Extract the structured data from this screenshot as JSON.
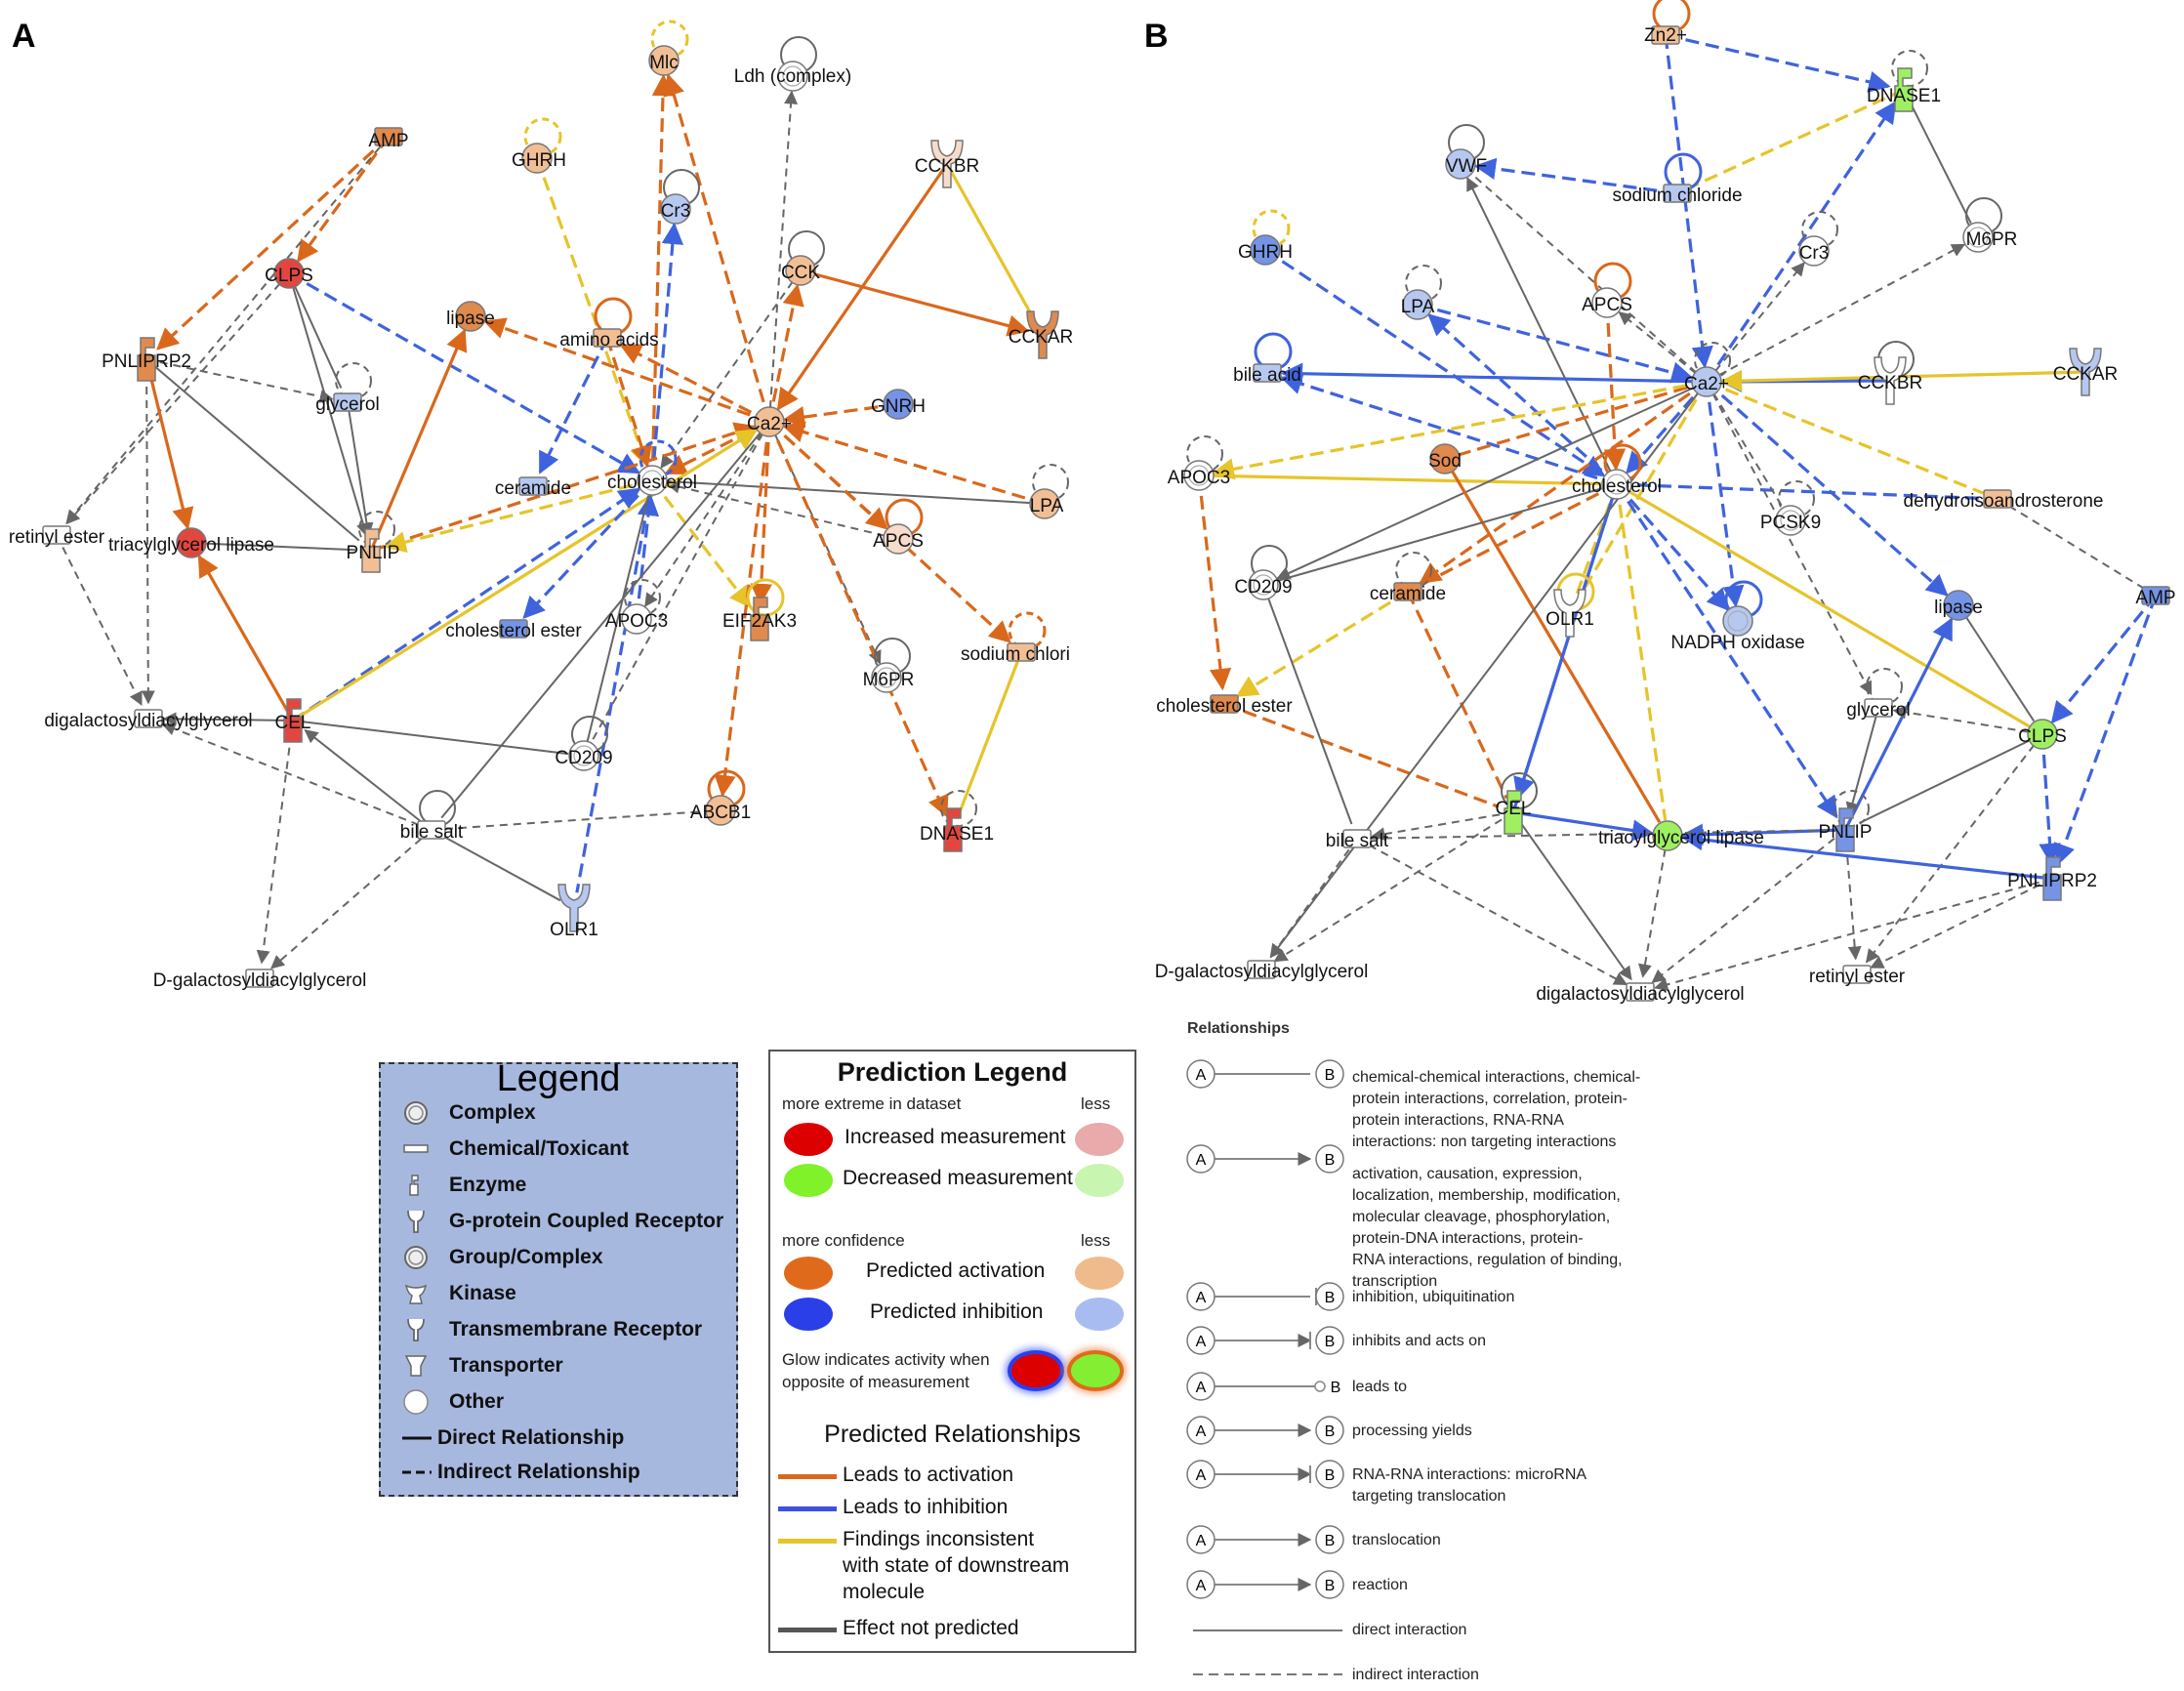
{
  "panels": {
    "a_label": "A",
    "b_label": "B"
  },
  "colors": {
    "activation": "#d9681c",
    "inhibition": "#3f63dd",
    "inconsistent": "#e6c42a",
    "not_predicted": "#666666",
    "increased": "#dd1111",
    "decreased": "#84ee33"
  },
  "network_a": {
    "nodes": [
      {
        "id": "AMP",
        "label": "AMP"
      },
      {
        "id": "GHRH",
        "label": "GHRH"
      },
      {
        "id": "Mlc",
        "label": "Mlc"
      },
      {
        "id": "Ldh",
        "label": "Ldh (complex)"
      },
      {
        "id": "CCKBR",
        "label": "CCKBR"
      },
      {
        "id": "Cr3",
        "label": "Cr3"
      },
      {
        "id": "CLPS",
        "label": "CLPS"
      },
      {
        "id": "lipase",
        "label": "lipase"
      },
      {
        "id": "aminoacids",
        "label": "amino acids"
      },
      {
        "id": "CCK",
        "label": "CCK"
      },
      {
        "id": "CCKAR",
        "label": "CCKAR"
      },
      {
        "id": "PNLIPRP2",
        "label": "PNLIPRP2"
      },
      {
        "id": "glycerol",
        "label": "glycerol"
      },
      {
        "id": "Ca2",
        "label": "Ca2+"
      },
      {
        "id": "GNRH",
        "label": "GNRH"
      },
      {
        "id": "ceramide",
        "label": "ceramide"
      },
      {
        "id": "cholesterol",
        "label": "cholesterol"
      },
      {
        "id": "LPA",
        "label": "LPA"
      },
      {
        "id": "retinyl",
        "label": "retinyl ester"
      },
      {
        "id": "tgl",
        "label": "triacylglycerol lipase"
      },
      {
        "id": "PNLIP",
        "label": "PNLIP"
      },
      {
        "id": "APCS",
        "label": "APCS"
      },
      {
        "id": "cholester",
        "label": "cholesterol ester"
      },
      {
        "id": "APOC3",
        "label": "APOC3"
      },
      {
        "id": "EIF2AK3",
        "label": "EIF2AK3"
      },
      {
        "id": "sodium",
        "label": "sodium chlori"
      },
      {
        "id": "M6PR",
        "label": "M6PR"
      },
      {
        "id": "dgdg",
        "label": "digalactosyldiacylglycerol"
      },
      {
        "id": "CEL",
        "label": "CEL"
      },
      {
        "id": "CD209",
        "label": "CD209"
      },
      {
        "id": "bilesalt",
        "label": "bile salt"
      },
      {
        "id": "ABCB1",
        "label": "ABCB1"
      },
      {
        "id": "DNASE1",
        "label": "DNASE1"
      },
      {
        "id": "OLR1",
        "label": "OLR1"
      },
      {
        "id": "dgal",
        "label": "D-galactosyldiacylglycerol"
      }
    ]
  },
  "network_b": {
    "nodes": [
      {
        "id": "Zn2",
        "label": "Zn2+"
      },
      {
        "id": "DNASE1",
        "label": "DNASE1"
      },
      {
        "id": "VWF",
        "label": "VWF"
      },
      {
        "id": "sodium",
        "label": "sodium chloride"
      },
      {
        "id": "GHRH",
        "label": "GHRH"
      },
      {
        "id": "Cr3",
        "label": "Cr3"
      },
      {
        "id": "M6PR",
        "label": "M6PR"
      },
      {
        "id": "LPA",
        "label": "LPA"
      },
      {
        "id": "APCS",
        "label": "APCS"
      },
      {
        "id": "bileacid",
        "label": "bile acid"
      },
      {
        "id": "Ca2",
        "label": "Ca2+"
      },
      {
        "id": "CCKBR",
        "label": "CCKBR"
      },
      {
        "id": "CCKAR",
        "label": "CCKAR"
      },
      {
        "id": "Sod",
        "label": "Sod"
      },
      {
        "id": "APOC3",
        "label": "APOC3"
      },
      {
        "id": "cholesterol",
        "label": "cholesterol"
      },
      {
        "id": "dhea",
        "label": "dehydroisoandrosterone"
      },
      {
        "id": "PCSK9",
        "label": "PCSK9"
      },
      {
        "id": "CD209",
        "label": "CD209"
      },
      {
        "id": "ceramide",
        "label": "ceramide"
      },
      {
        "id": "OLR1",
        "label": "OLR1"
      },
      {
        "id": "lipase",
        "label": "lipase"
      },
      {
        "id": "AMP",
        "label": "AMP"
      },
      {
        "id": "NADPH",
        "label": "NADPH oxidase"
      },
      {
        "id": "cholester",
        "label": "cholesterol ester"
      },
      {
        "id": "glycerol",
        "label": "glycerol"
      },
      {
        "id": "CLPS",
        "label": "CLPS"
      },
      {
        "id": "CEL",
        "label": "CEL"
      },
      {
        "id": "bilesalt",
        "label": "bile salt"
      },
      {
        "id": "tgl",
        "label": "triacylglycerol lipase"
      },
      {
        "id": "PNLIP",
        "label": "PNLIP"
      },
      {
        "id": "PNLIPRP2",
        "label": "PNLIPRP2"
      },
      {
        "id": "dgal",
        "label": "D-galactosyldiacylglycerol"
      },
      {
        "id": "dgdg",
        "label": "digalactosyldiacylglycerol"
      },
      {
        "id": "retinyl",
        "label": "retinyl ester"
      }
    ]
  },
  "legend": {
    "title": "Legend",
    "items": [
      {
        "icon": "complex-icon",
        "label": "Complex"
      },
      {
        "icon": "chemical-icon",
        "label": "Chemical/Toxicant"
      },
      {
        "icon": "enzyme-icon",
        "label": "Enzyme"
      },
      {
        "icon": "gpcr-icon",
        "label": "G-protein Coupled Receptor"
      },
      {
        "icon": "group-icon",
        "label": "Group/Complex"
      },
      {
        "icon": "kinase-icon",
        "label": "Kinase"
      },
      {
        "icon": "transmembrane-receptor-icon",
        "label": "Transmembrane Receptor"
      },
      {
        "icon": "transporter-icon",
        "label": "Transporter"
      },
      {
        "icon": "other-icon",
        "label": "Other"
      },
      {
        "icon": "direct-line-icon",
        "label": "Direct Relationship"
      },
      {
        "icon": "indirect-line-icon",
        "label": "Indirect Relationship"
      }
    ]
  },
  "prediction_legend": {
    "title": "Prediction Legend",
    "more_extreme": "more extreme in dataset",
    "less1": "less",
    "increased": "Increased measurement",
    "decreased": "Decreased measurement",
    "more_confidence": "more confidence",
    "less2": "less",
    "activation": "Predicted activation",
    "inhibition": "Predicted inhibition",
    "glow_line1": "Glow indicates activity when",
    "glow_line2": "opposite of measurement",
    "relationships_title": "Predicted Relationships",
    "leads_activation": "Leads to activation",
    "leads_inhibition": "Leads to inhibition",
    "inconsistent_1": "Findings inconsistent",
    "inconsistent_2": "with state of downstream",
    "inconsistent_3": "molecule",
    "not_predicted": "Effect not predicted"
  },
  "relationships": {
    "title": "Relationships",
    "node_a": "A",
    "node_b": "B",
    "rows": [
      {
        "lines": [
          "chemical-chemical interactions, chemical-",
          "protein interactions, correlation, protein-",
          "protein interactions, RNA-RNA",
          "interactions: non targeting interactions"
        ]
      },
      {
        "lines": [
          "activation, causation, expression,",
          "localization, membership, modification,",
          "molecular cleavage, phosphorylation,",
          "protein-DNA interactions, protein-",
          "RNA interactions, regulation of binding,",
          "transcription"
        ]
      },
      {
        "lines": [
          "inhibition, ubiquitination"
        ]
      },
      {
        "lines": [
          "inhibits and acts on"
        ]
      },
      {
        "lines": [
          "leads to"
        ]
      },
      {
        "lines": [
          "processing yields"
        ]
      },
      {
        "lines": [
          "RNA-RNA interactions: microRNA",
          "targeting translocation"
        ]
      },
      {
        "lines": [
          "translocation"
        ]
      },
      {
        "lines": [
          "reaction"
        ]
      },
      {
        "lines": [
          "direct interaction"
        ]
      },
      {
        "lines": [
          "indirect interaction"
        ]
      }
    ]
  }
}
